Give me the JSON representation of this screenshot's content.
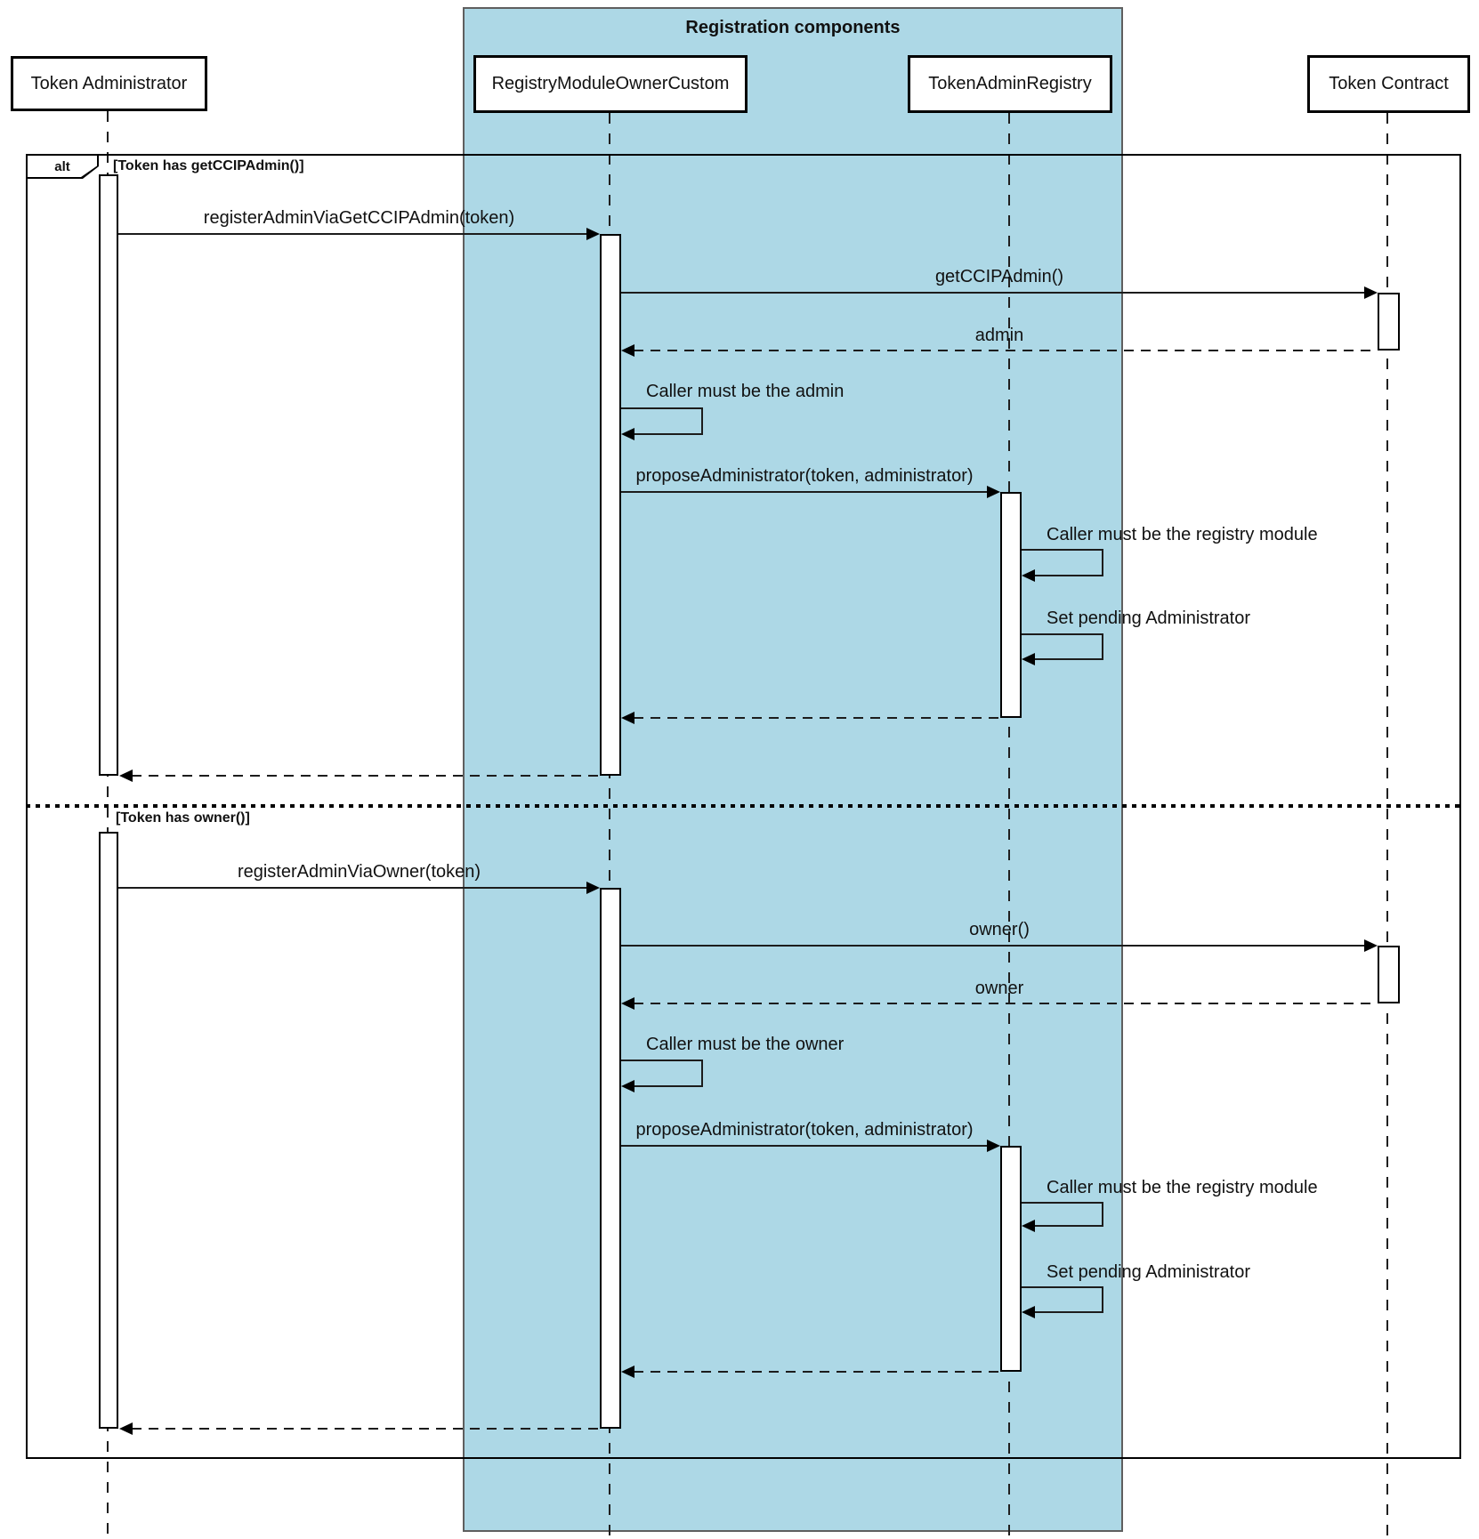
{
  "group": {
    "title": "Registration components",
    "fill": "#add8e6"
  },
  "participants": [
    {
      "name": "Token Administrator"
    },
    {
      "name": "RegistryModuleOwnerCustom"
    },
    {
      "name": "TokenAdminRegistry"
    },
    {
      "name": "Token Contract"
    }
  ],
  "alt": {
    "operator": "alt",
    "guards": [
      "[Token has getCCIPAdmin()]",
      "[Token has owner()]"
    ]
  },
  "s1": {
    "register": "registerAdminViaGetCCIPAdmin(token)",
    "get_ccip_admin": "getCCIPAdmin()",
    "ret_admin": "admin",
    "note_admin": "Caller must be the admin",
    "propose": "proposeAdministrator(token, administrator)",
    "note_registry": "Caller must be the registry module",
    "note_pending": "Set pending Administrator"
  },
  "s2": {
    "register": "registerAdminViaOwner(token)",
    "owner_call": "owner()",
    "ret_owner": "owner",
    "note_owner": "Caller must be the owner",
    "propose": "proposeAdministrator(token, administrator)",
    "note_registry": "Caller must be the registry module",
    "note_pending": "Set pending Administrator"
  }
}
